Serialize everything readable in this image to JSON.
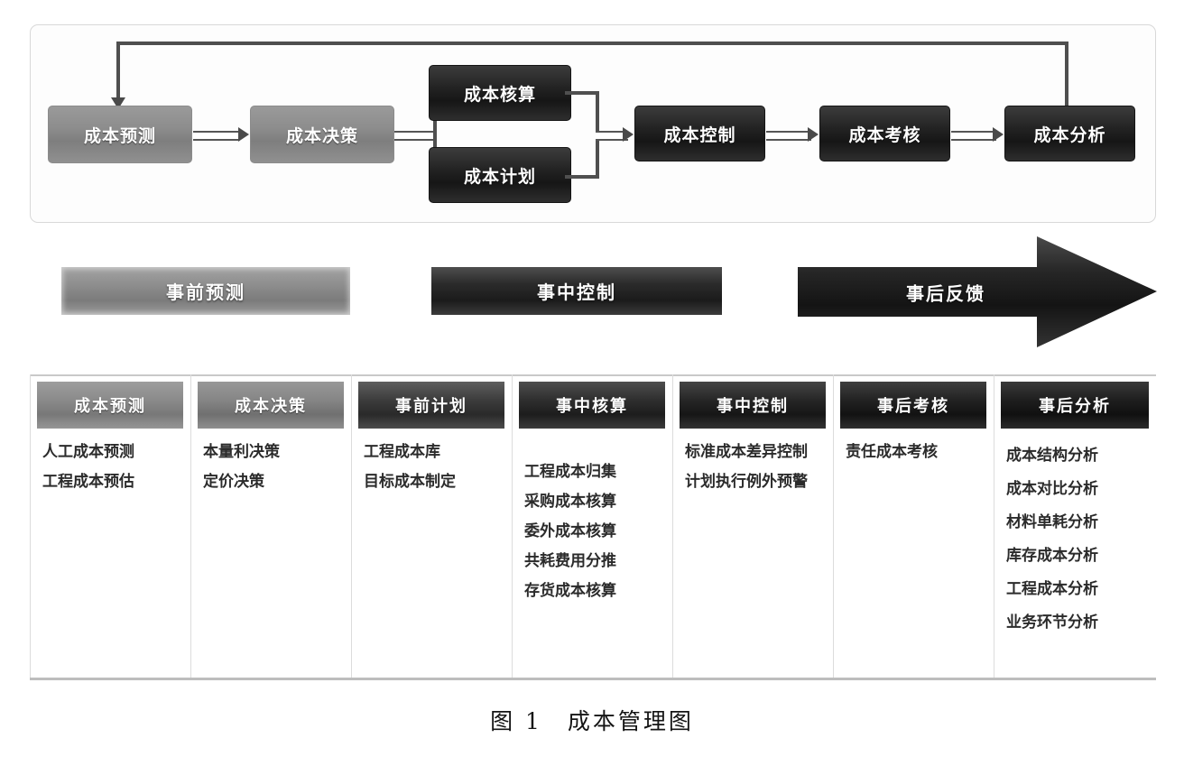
{
  "figure": {
    "caption": "图 1　成本管理图",
    "caption_number": "图 1",
    "caption_title": "成本管理图"
  },
  "flow": {
    "nodes": [
      {
        "id": "cost-forecast",
        "label": "成本预测",
        "tone": "light"
      },
      {
        "id": "cost-decision",
        "label": "成本决策",
        "tone": "light"
      },
      {
        "id": "cost-accounting",
        "label": "成本核算",
        "tone": "dark"
      },
      {
        "id": "cost-plan",
        "label": "成本计划",
        "tone": "dark"
      },
      {
        "id": "cost-control",
        "label": "成本控制",
        "tone": "dark"
      },
      {
        "id": "cost-appraisal",
        "label": "成本考核",
        "tone": "dark"
      },
      {
        "id": "cost-analysis",
        "label": "成本分析",
        "tone": "dark"
      }
    ],
    "feedback_loop": "成本分析 → 成本预测"
  },
  "phases": [
    {
      "id": "pre-forecast",
      "label": "事前预测",
      "shape": "bar",
      "tone": "light"
    },
    {
      "id": "mid-control",
      "label": "事中控制",
      "shape": "bar",
      "tone": "dark"
    },
    {
      "id": "post-feedback",
      "label": "事后反馈",
      "shape": "arrow",
      "tone": "dark"
    }
  ],
  "table": {
    "columns": [
      {
        "id": "cost-forecast",
        "header": "成本预测",
        "tone": 0,
        "items": [
          "人工成本预测",
          "工程成本预估"
        ]
      },
      {
        "id": "cost-decision",
        "header": "成本决策",
        "tone": 1,
        "items": [
          "本量利决策",
          "定价决策"
        ]
      },
      {
        "id": "pre-plan",
        "header": "事前计划",
        "tone": 2,
        "items": [
          "工程成本库",
          "目标成本制定"
        ]
      },
      {
        "id": "mid-accounting",
        "header": "事中核算",
        "items": [
          "工程成本归集",
          "采购成本核算",
          "委外成本核算",
          "共耗费用分推",
          "存货成本核算"
        ],
        "tone": 3
      },
      {
        "id": "mid-control",
        "header": "事中控制",
        "tone": 4,
        "items": [
          "标准成本差异控制",
          "计划执行例外预警"
        ]
      },
      {
        "id": "post-appraisal",
        "header": "事后考核",
        "tone": 5,
        "items": [
          "责任成本考核"
        ]
      },
      {
        "id": "post-analysis",
        "header": "事后分析",
        "tone": 6,
        "items": [
          "成本结构分析",
          "成本对比分析",
          "材料单耗分析",
          "库存成本分析",
          "工程成本分析",
          "业务环节分析"
        ]
      }
    ]
  },
  "colors": {
    "node_light": "#8d8d8d",
    "node_dark": "#1e1e1e",
    "connector": "#555555",
    "frame_border": "#d8d8d8",
    "table_rule": "#dcdcdc",
    "text_dark": "#2b2b2b",
    "text_light": "#ffffff",
    "background": "#ffffff"
  }
}
